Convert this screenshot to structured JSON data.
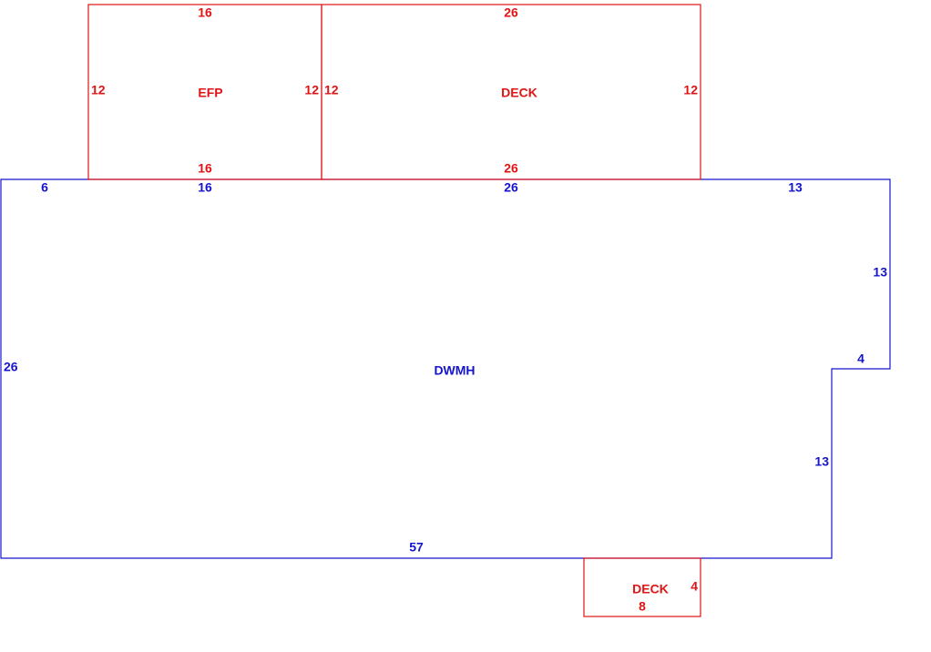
{
  "colors": {
    "addition": "#e01414",
    "main_structure": "#1414cc"
  },
  "areas": {
    "efp": {
      "label": "EFP",
      "top": "16",
      "bottom": "16",
      "left": "12",
      "right": "12"
    },
    "deck_top": {
      "label": "DECK",
      "top": "26",
      "bottom": "26",
      "left": "12",
      "right": "12"
    },
    "dwmh": {
      "label": "DWMH",
      "top_left": "6",
      "top_efp": "16",
      "top_deck": "26",
      "top_right": "13",
      "right_upper": "13",
      "step": "4",
      "right_lower": "13",
      "bottom": "57",
      "left": "26"
    },
    "deck_bottom": {
      "label": "DECK",
      "bottom": "8",
      "right": "4"
    }
  }
}
